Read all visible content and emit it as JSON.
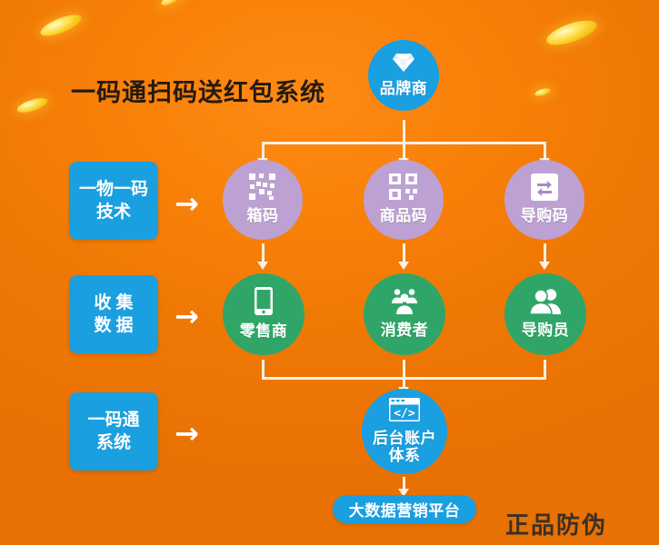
{
  "poster": {
    "title": "一码通扫码送红包系统",
    "watermark": "正品防伪",
    "background_color": "#f07c06"
  },
  "left_labels": [
    {
      "line1": "一物一码",
      "line2": "技术",
      "arrow": "→",
      "color": "#1a9fe0"
    },
    {
      "line1": "收集",
      "line2": "数据",
      "arrow": "→",
      "color": "#1a9fe0"
    },
    {
      "line1": "一码通",
      "line2": "系统",
      "arrow": "→",
      "color": "#1a9fe0"
    }
  ],
  "nodes": {
    "root": {
      "label": "品牌商",
      "icon": "diamond-icon",
      "color": "#1a9fe0"
    },
    "codes": [
      {
        "label": "箱码",
        "icon": "qr-scatter-icon",
        "color": "#bda1d2"
      },
      {
        "label": "商品码",
        "icon": "qr-code-icon",
        "color": "#bda1d2"
      },
      {
        "label": "导购码",
        "icon": "exchange-icon",
        "color": "#bda1d2"
      }
    ],
    "actors": [
      {
        "label": "零售商",
        "icon": "mobile-phone-icon",
        "color": "#2fa668"
      },
      {
        "label": "消费者",
        "icon": "people-group-icon",
        "color": "#2fa668"
      },
      {
        "label": "导购员",
        "icon": "two-people-icon",
        "color": "#2fa668"
      }
    ],
    "backend": {
      "label_line1": "后台账户",
      "label_line2": "体系",
      "icon": "code-window-icon",
      "color": "#1a9fe0"
    },
    "platform": {
      "label": "大数据营销平台",
      "color": "#1a9fe0"
    }
  },
  "connectors": {
    "color": "#fdf0e2"
  }
}
